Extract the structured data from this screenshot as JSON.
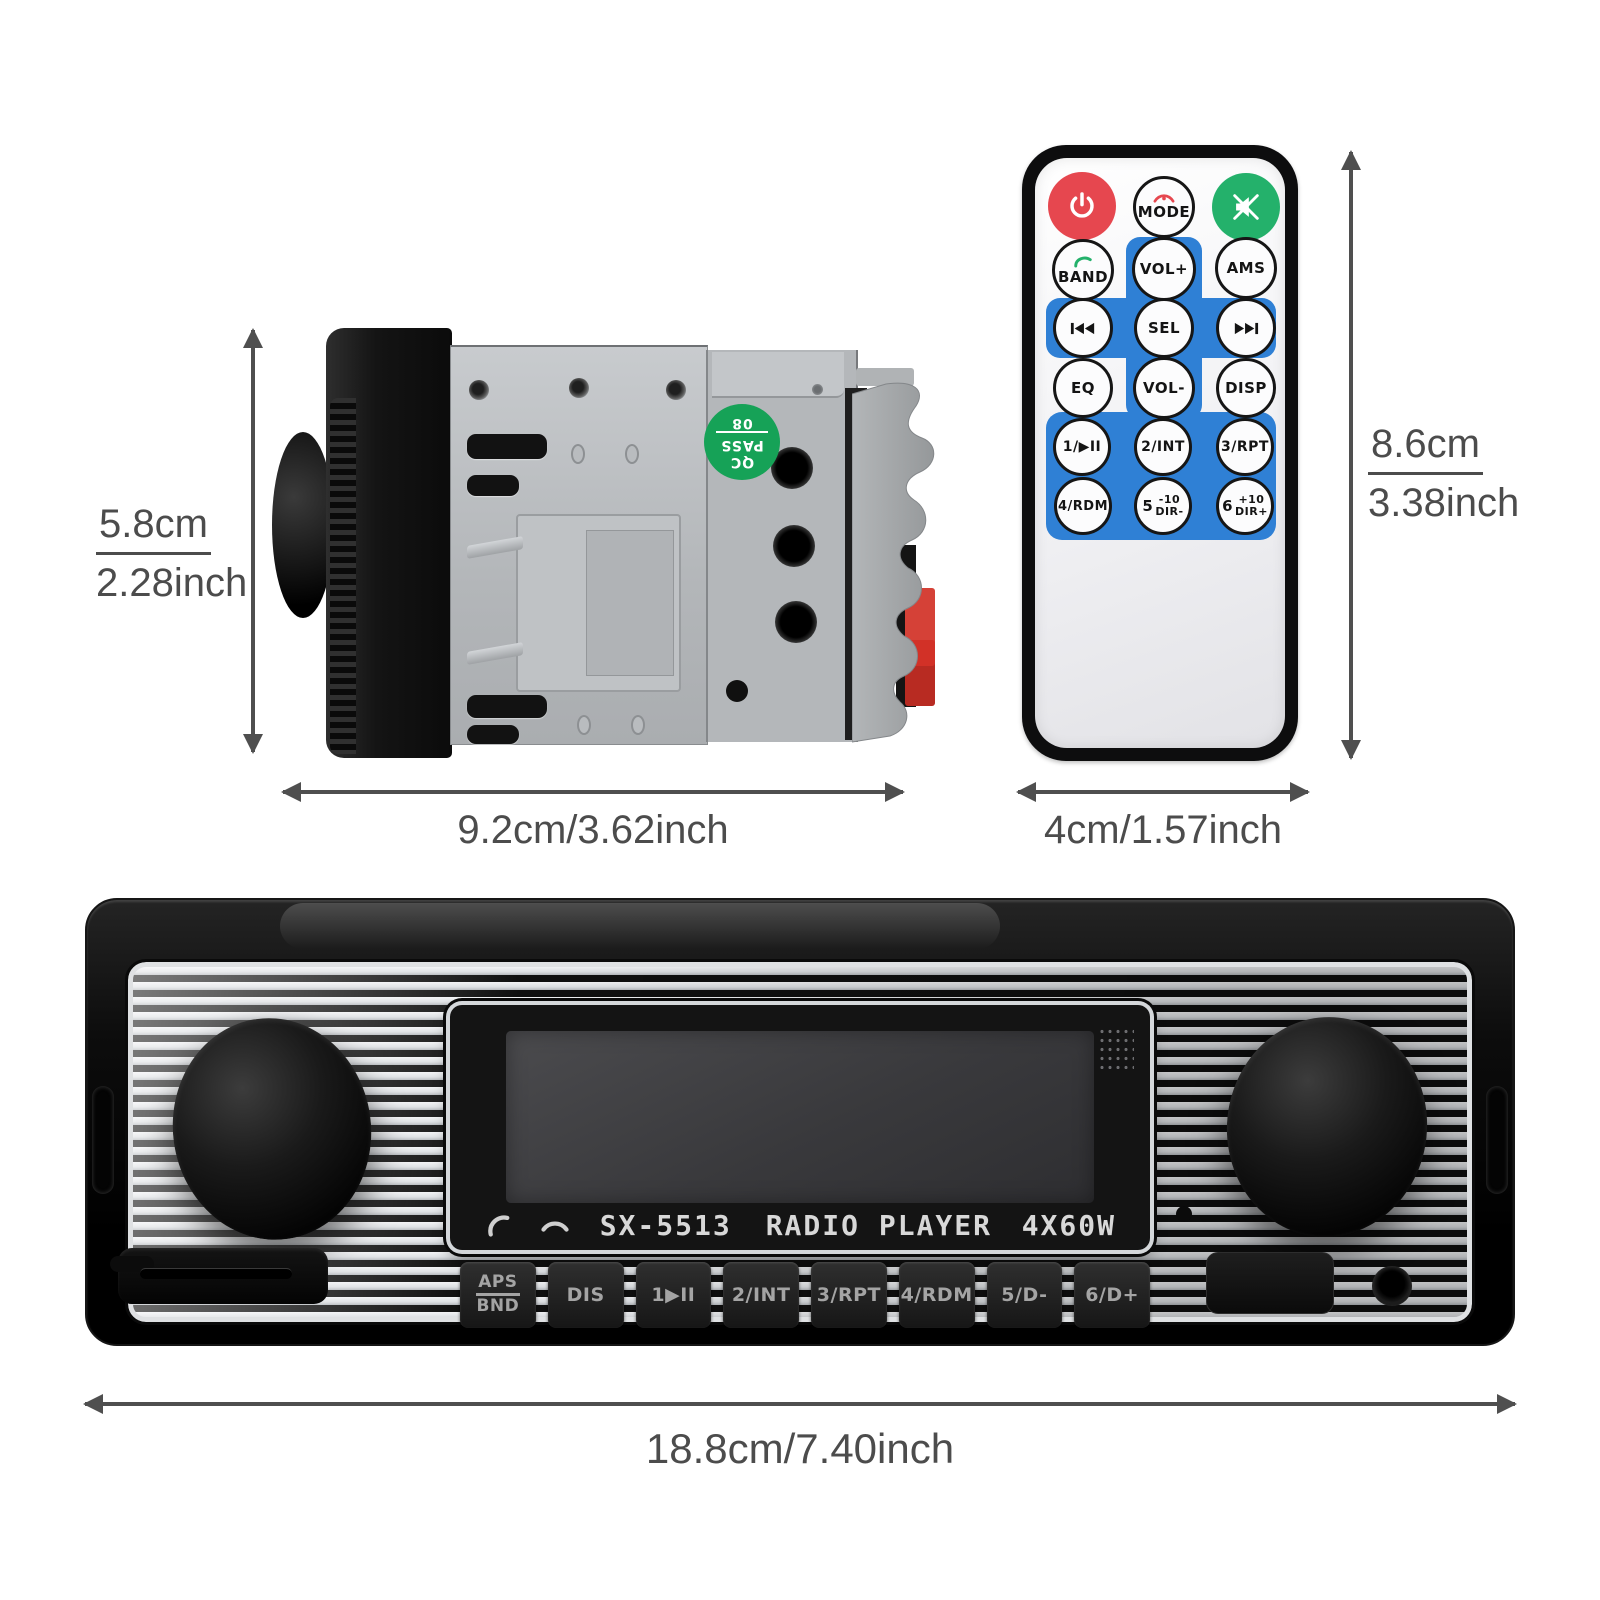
{
  "dims": {
    "side_height_cm": "5.8cm",
    "side_height_in": "2.28inch",
    "side_width": "9.2cm/3.62inch",
    "remote_height_cm": "8.6cm",
    "remote_height_in": "3.38inch",
    "remote_width": "4cm/1.57inch",
    "radio_width": "18.8cm/7.40inch"
  },
  "side_view": {
    "sticker": {
      "line1": "QC",
      "line2": "PASS",
      "line3": "08"
    }
  },
  "remote": {
    "mode": "MODE",
    "band": "BAND",
    "vol_up": "VOL+",
    "ams": "AMS",
    "sel": "SEL",
    "eq": "EQ",
    "vol_down": "VOL-",
    "disp": "DISP",
    "key1": "1/▶II",
    "key2": "2/INT",
    "key3": "3/RPT",
    "key4": "4/RDM",
    "key5_num": "5",
    "key5_top": "-10",
    "key5_bottom": "DIR-",
    "key6_num": "6",
    "key6_top": "+10",
    "key6_bottom": "DIR+",
    "icons": {
      "power": "power-icon",
      "mode_phone": "phone-handset-icon",
      "mute": "mute-speaker-icon",
      "band_phone": "phone-handset-icon",
      "prev": "previous-track-icon",
      "next": "next-track-icon"
    }
  },
  "radio": {
    "model": "SX-5513",
    "name": "RADIO PLAYER",
    "power_rating": "4X60W",
    "icons": {
      "answer": "call-answer-icon",
      "hangup": "call-end-icon"
    },
    "keys": {
      "aps": "APS",
      "bnd": "BND",
      "dis": "DIS",
      "k1": "1▶II",
      "k2": "2/INT",
      "k3": "3/RPT",
      "k4": "4/RDM",
      "k5": "5/D-",
      "k6": "6/D+"
    }
  },
  "colors": {
    "remote_blue": "#2f80d5",
    "remote_red": "#e6474f",
    "remote_green": "#24b16b",
    "sticker_green": "#16a257",
    "connector_red": "#d23127"
  }
}
